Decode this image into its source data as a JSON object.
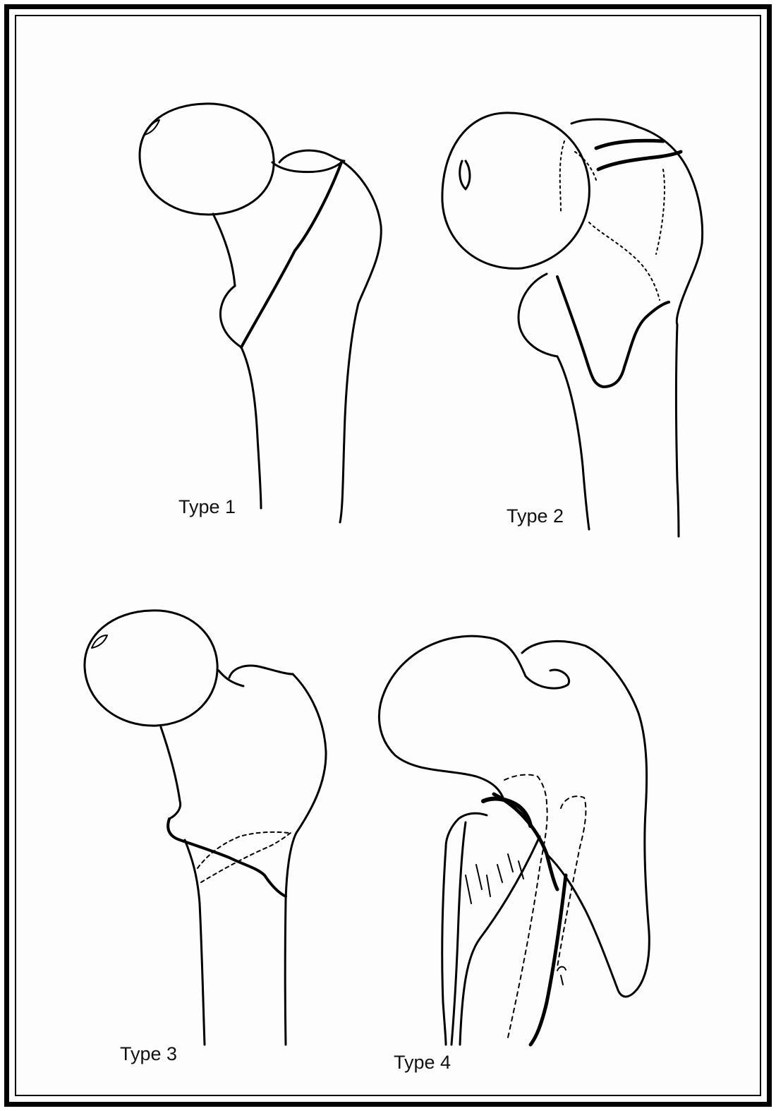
{
  "panels": [
    {
      "id": "type-1",
      "label": "Type 1"
    },
    {
      "id": "type-2",
      "label": "Type 2"
    },
    {
      "id": "type-3",
      "label": "Type 3"
    },
    {
      "id": "type-4",
      "label": "Type 4"
    }
  ],
  "colors": {
    "line": "#000000",
    "background": "#ffffff",
    "frame": "#000000"
  }
}
